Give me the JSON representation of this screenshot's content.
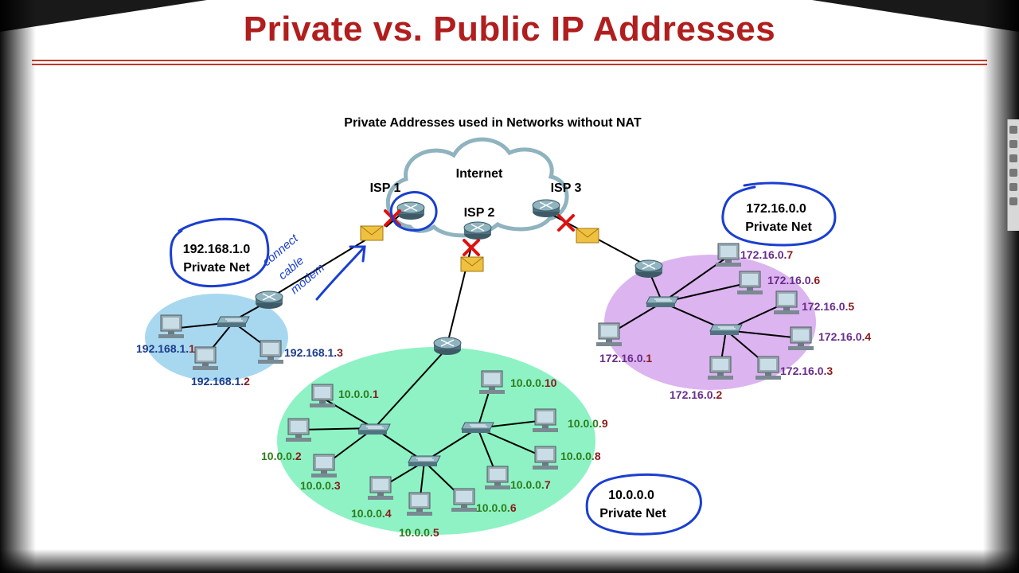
{
  "title": "Private vs. Public IP Addresses",
  "diagram": {
    "heading": "Private Addresses used in Networks without NAT",
    "cloud_label": "Internet",
    "isp_labels": [
      "ISP 1",
      "ISP 2",
      "ISP 3"
    ],
    "net_a": {
      "name_line1": "192.168.1.0",
      "name_line2": "Private Net",
      "hosts": [
        {
          "prefix": "192.168.1.",
          "suffix": "1"
        },
        {
          "prefix": "192.168.1.",
          "suffix": "2"
        },
        {
          "prefix": "192.168.1.",
          "suffix": "3"
        }
      ]
    },
    "net_b": {
      "name_line1": "10.0.0.0",
      "name_line2": "Private Net",
      "hosts": [
        {
          "prefix": "10.0.0.",
          "suffix": "1"
        },
        {
          "prefix": "10.0.0.",
          "suffix": "2"
        },
        {
          "prefix": "10.0.0.",
          "suffix": "3"
        },
        {
          "prefix": "10.0.0.",
          "suffix": "4"
        },
        {
          "prefix": "10.0.0.",
          "suffix": "5"
        },
        {
          "prefix": "10.0.0.",
          "suffix": "6"
        },
        {
          "prefix": "10.0.0.",
          "suffix": "7"
        },
        {
          "prefix": "10.0.0.",
          "suffix": "8"
        },
        {
          "prefix": "10.0.0.",
          "suffix": "9"
        },
        {
          "prefix": "10.0.0.",
          "suffix": "10"
        }
      ]
    },
    "net_c": {
      "name_line1": "172.16.0.0",
      "name_line2": "Private Net",
      "hosts": [
        {
          "prefix": "172.16.0.",
          "suffix": "1"
        },
        {
          "prefix": "172.16.0.",
          "suffix": "2"
        },
        {
          "prefix": "172.16.0.",
          "suffix": "3"
        },
        {
          "prefix": "172.16.0.",
          "suffix": "4"
        },
        {
          "prefix": "172.16.0.",
          "suffix": "5"
        },
        {
          "prefix": "172.16.0.",
          "suffix": "6"
        },
        {
          "prefix": "172.16.0.",
          "suffix": "7"
        }
      ]
    },
    "handwritten_note": [
      "connect",
      "cable",
      "modem"
    ],
    "colors": {
      "title": "#b01e1e",
      "net_a_fill": "#a8d8f0",
      "net_b_fill": "#8ef2c4",
      "net_c_fill": "#dcb4f0",
      "net_a_text": "#1a3a8a",
      "net_b_text": "#2e7d1e",
      "net_c_text": "#6a2c8a",
      "suffix_text": "#8b1a1a",
      "ink_blue": "#1a3fd0",
      "cross_red": "#e01010"
    }
  }
}
